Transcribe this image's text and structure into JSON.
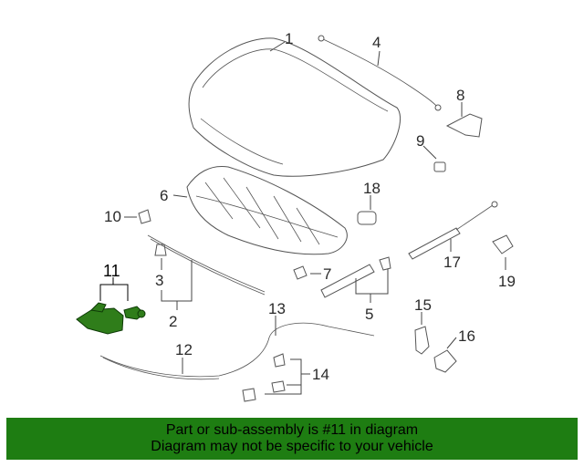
{
  "callouts": {
    "c1": "1",
    "c2": "2",
    "c3": "3",
    "c4": "4",
    "c5": "5",
    "c6": "6",
    "c7": "7",
    "c8": "8",
    "c9": "9",
    "c10": "10",
    "c11": "11",
    "c12": "12",
    "c13": "13",
    "c14": "14",
    "c15": "15",
    "c16": "16",
    "c17": "17",
    "c18": "18",
    "c19": "19"
  },
  "highlight_color": "#2f7d1a",
  "banner": {
    "line1": "Part or sub-assembly is #11 in diagram",
    "line2": "Diagram may not be specific to your vehicle",
    "color": "#1e7d12"
  }
}
